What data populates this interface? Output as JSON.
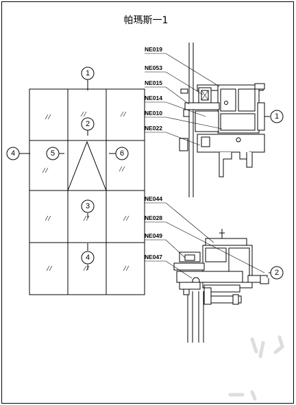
{
  "title": "帕瑪斯一1",
  "elevation": {
    "callouts": [
      "1",
      "2",
      "3",
      "4",
      "4",
      "5",
      "6"
    ]
  },
  "section": {
    "upper_labels": [
      "NE019",
      "NE053",
      "NE015",
      "NE014",
      "NE010",
      "NE022"
    ],
    "lower_labels": [
      "NE044",
      "NE028",
      "NE049",
      "NE047"
    ],
    "callouts": [
      "1",
      "2"
    ]
  },
  "colors": {
    "line": "#000000",
    "background": "#ffffff",
    "watermark": "#dddddd"
  }
}
